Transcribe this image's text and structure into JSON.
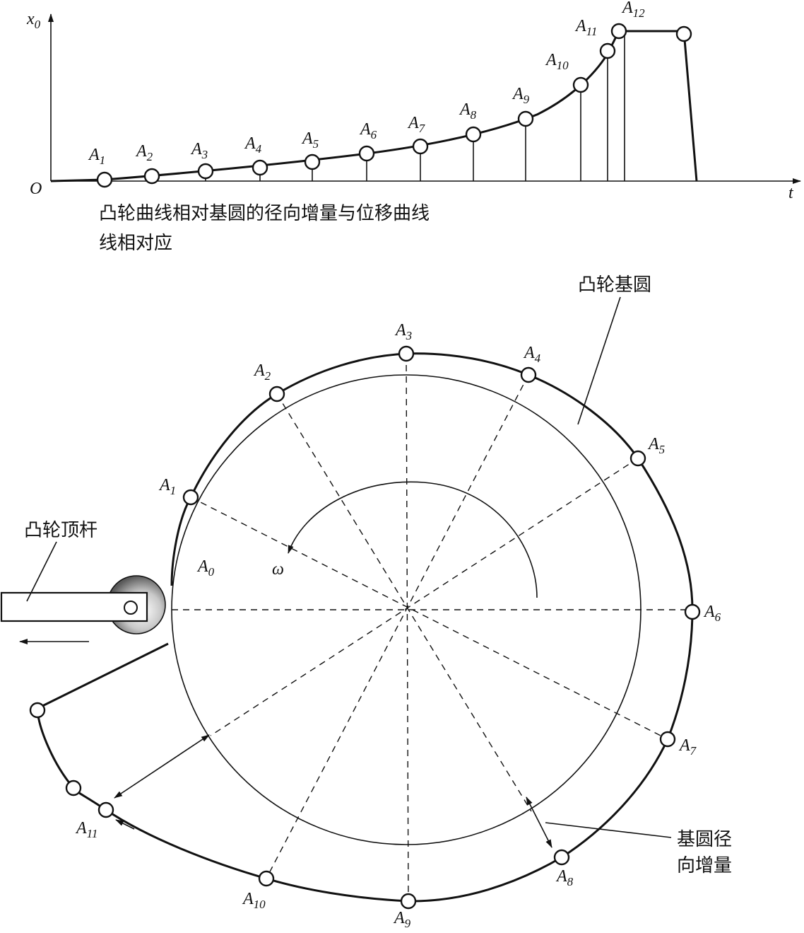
{
  "graph": {
    "y_axis": "x",
    "y_axis_sub": "0",
    "x_axis": "t",
    "origin": "O",
    "points": [
      {
        "name": "A",
        "sub": "1"
      },
      {
        "name": "A",
        "sub": "2"
      },
      {
        "name": "A",
        "sub": "3"
      },
      {
        "name": "A",
        "sub": "4"
      },
      {
        "name": "A",
        "sub": "5"
      },
      {
        "name": "A",
        "sub": "6"
      },
      {
        "name": "A",
        "sub": "7"
      },
      {
        "name": "A",
        "sub": "8"
      },
      {
        "name": "A",
        "sub": "9"
      },
      {
        "name": "A",
        "sub": "10"
      },
      {
        "name": "A",
        "sub": "11"
      },
      {
        "name": "A",
        "sub": "12"
      }
    ],
    "caption_line1": "凸轮曲线相对基圆的径向增量与位移曲线",
    "caption_line2": "线相对应"
  },
  "cam": {
    "base_circle_label": "凸轮基圆",
    "follower_label": "凸轮顶杆",
    "start_label": "A",
    "start_sub": "0",
    "omega": "ω",
    "radial_label_line1": "基圆径",
    "radial_label_line2": "向增量",
    "points": [
      {
        "name": "A",
        "sub": "1"
      },
      {
        "name": "A",
        "sub": "2"
      },
      {
        "name": "A",
        "sub": "3"
      },
      {
        "name": "A",
        "sub": "4"
      },
      {
        "name": "A",
        "sub": "5"
      },
      {
        "name": "A",
        "sub": "6"
      },
      {
        "name": "A",
        "sub": "7"
      },
      {
        "name": "A",
        "sub": "8"
      },
      {
        "name": "A",
        "sub": "9"
      },
      {
        "name": "A",
        "sub": "10"
      },
      {
        "name": "A",
        "sub": "11"
      }
    ]
  }
}
